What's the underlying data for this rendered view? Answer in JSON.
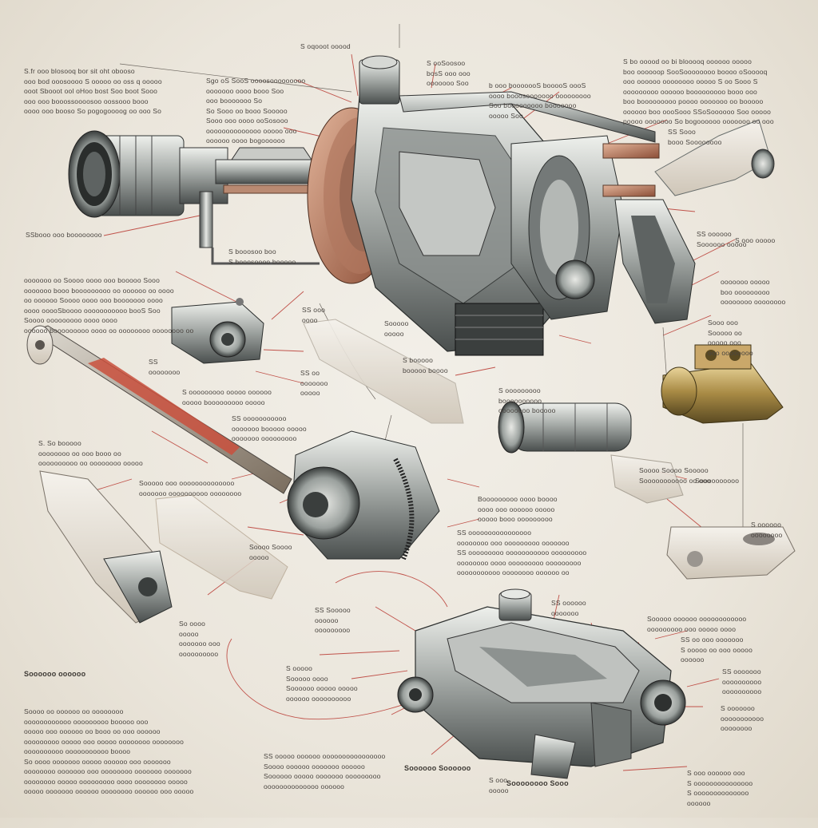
{
  "notes": {
    "tl_block": [
      "S.fr ooo blosooq bor sit oht obooso",
      "ooo bod ooosoooo S ooooo oo oss q ooooo",
      "ooot Sbooot ool oHoo bost Soo boot Sooo",
      "ooo ooo booossoooosoo oossooo booo",
      "oooo ooo booso So pogogoooog oo ooo So"
    ],
    "top_mid_a": [
      "S oqooot ooood"
    ],
    "top_mid_b": [
      "Sgo oS SooS oooosooooooooo",
      "ooooooo oooo booo Soo",
      "ooo booooooo So",
      "So Sooo oo booo Sooooo",
      "Sooo ooo oooo ooSosooo",
      "oooooooooooooo ooooo ooo",
      "oooooo oooo bogoooooo"
    ],
    "top_center": [
      "S ooSoosoo",
      "bosS ooo ooo",
      "ooooooo Soo"
    ],
    "top_right_center": [
      "b ooo booooooS booooS oooS",
      "oooo booosooooooo ooooooooo",
      "Soo booooooooo booooooo",
      "ooooo Soo"
    ],
    "tr_block": [
      "S bo ooood oo bi blooooq oooooo ooooo",
      "boo oooooop SooSoooooooo boooo oSooooq",
      "ooo oooooo oooooooo ooooo S oo Sooo S",
      "ooooooooo oooooo booooooooo booo ooo",
      "boo booooooooo poooo ooooooo oo booooo",
      "oooooo boo oooSooo SSoSoooooo Soo ooooo",
      "poooo ooooooo So bogoooooo ooooooo oo ooo"
    ],
    "r_short": [
      "SS Sooo",
      "booo Soooooooo"
    ],
    "l_mid_label": [
      "SSbooo ooo boooooooo"
    ],
    "cl_a": [
      "S booosoo boo",
      "S booosoooo booooo"
    ],
    "l_block": [
      "ooooooo oo Soooo oooo ooo booooo Sooo",
      "ooooooo booo booooooooo oo oooooo oo oooo",
      "oo oooooo Soooo oooo ooo booooooo oooo",
      "oooo ooooSboooo ooooooooooo booS Soo",
      "Soooo ooooooooo oooo oooo",
      "oooooo booooooooo oooo oo oooooooo oooooooo oo"
    ],
    "c_small_a": [
      "SS ooo",
      "oooo"
    ],
    "c_small_b": [
      "Sooooo",
      "ooooo"
    ],
    "c_small_c": [
      "S booooo",
      "booooo boooo"
    ],
    "r_mid_a": [
      "SS oooooo",
      "Soooooo ooooo"
    ],
    "r_mid_b": [
      "S ooo ooooo"
    ],
    "r_mid_c": [
      "ooooooo ooooo",
      "boo ooooooooo",
      "oooooooo oooooooo"
    ],
    "r_mid_d": [
      "Sooo ooo",
      "Sooooo oo",
      "ooooo ooo",
      "ooo oooooooo"
    ],
    "l_mid_a": [
      "SS",
      "oooooooo"
    ],
    "c_mid_a": [
      "S ooooooooo ooooo oooooo",
      "ooooo booooooooo ooooo"
    ],
    "c_mid_b": [
      "SS oo",
      "ooooooo",
      "ooooo"
    ],
    "c_mid_c": [
      "SS ooooooooooo",
      "ooooooo booooo ooooo",
      "ooooooo ooooooooo"
    ],
    "c_mid_d": [
      "S ooooooooo",
      "boooooooooo",
      "oooooooo booooo"
    ],
    "l_low_a": [
      "S. So booooo",
      "oooooooo oo ooo booo oo",
      "oooooooooo oo oooooooo ooooo"
    ],
    "l_low_b": [
      "Sooooo ooo oooooooooooooo",
      "ooooooo oooooooooo oooooooo"
    ],
    "c_low_a": [
      "Booooooooo oooo boooo",
      "oooo ooo oooooo ooooo",
      "ooooo booo ooooooooo"
    ],
    "c_low_b": [
      "SS oooooooooooooooo",
      "oooooooo ooo ooooooooo ooooooo",
      "SS ooooooooo ooooooooooo ooooooooo",
      "oooooooo oooo ooooooooo ooooooooo",
      "ooooooooooo oooooooo oooooo oo"
    ],
    "c_low_c": [
      "Soooo Soooo",
      "ooooo"
    ],
    "r_low_a": [
      "Soooo Soooo Sooooo",
      "Sooooooooooo oo ooo"
    ],
    "r_low_b": [
      "Soooooooooo"
    ],
    "r_low_c": [
      "S oooooo",
      "oooooooo"
    ],
    "bl_title": [
      "Soooooo oooooo"
    ],
    "bl_block": [
      "Soooo oo oooooo oo oooooooo",
      "oooooooooooo ooooooooo booooo ooo",
      "ooooo ooo oooooo oo booo oo ooo oooooo",
      "ooooooooo ooooo ooo ooooo oooooooo oooooooo",
      "oooooooooo ooooooooooo boooo",
      "So oooo ooooooo ooooo oooooo ooo ooooooo",
      "oooooooo ooooooo ooo oooooooo ooooooo ooooooo",
      "oooooooo ooooo ooooooooo oooo oooooooo ooooo",
      "ooooo ooooooo oooooo oooooooo oooooo ooo ooooo"
    ],
    "bl_small": [
      "So oooo",
      "ooooo",
      "ooooooo ooo",
      "oooooooooo"
    ],
    "b_center_a": [
      "S ooooo",
      "Sooooo oooo",
      "Soooooo ooooo ooooo",
      "oooooo oooooooooo"
    ],
    "b_center_b": [
      "SS ooooo oooooo oooooooooooooooo",
      "Soooo oooooo ooooooo oooooo",
      "Soooooo ooooo ooooooo ooooooooo",
      "oooooooooooooo oooooo"
    ],
    "b_label_a": [
      "Soooooo Soooooo"
    ],
    "b_label_b": [
      "S ooo",
      "ooooo"
    ],
    "b_label_c": [
      "Soooooooo Sooo"
    ],
    "b_top_a": [
      "SS Sooooo",
      "oooooo",
      "ooooooooo"
    ],
    "b_top_b": [
      "SS oooooo",
      "ooooooo"
    ],
    "br_a": [
      "Sooooo oooooo oooooooooooo",
      "ooooooooo ooo ooooo oooo"
    ],
    "br_b": [
      "SS oo ooo ooooooo",
      "S ooooo oo ooo ooooo",
      "oooooo"
    ],
    "br_c": [
      "SS ooooooo",
      "oooooooooo",
      "oooooooooo"
    ],
    "br_d": [
      "S ooooooo",
      "ooooooooooo",
      "oooooooo"
    ],
    "br_e": [
      "S ooo oooooo ooo",
      "S ooooooooooooooo",
      "S oooooooooooooo",
      "oooooo"
    ]
  },
  "colors": {
    "paper": "#ece7de",
    "leader_red": "#c0524a",
    "leader_gray": "#5a5550",
    "metal_light": "#d7d9d5",
    "metal_mid": "#9ea3a0",
    "metal_dark": "#3d4140",
    "copper": "#b8735a",
    "rod_red": "#c9503d",
    "brass": "#a88b4e"
  },
  "icons": [
    "engine-assembly-drawing",
    "cylinder-cap-icon",
    "gear-icon",
    "linkage-arm-icon",
    "pump-housing-icon",
    "carburetor-icon"
  ]
}
